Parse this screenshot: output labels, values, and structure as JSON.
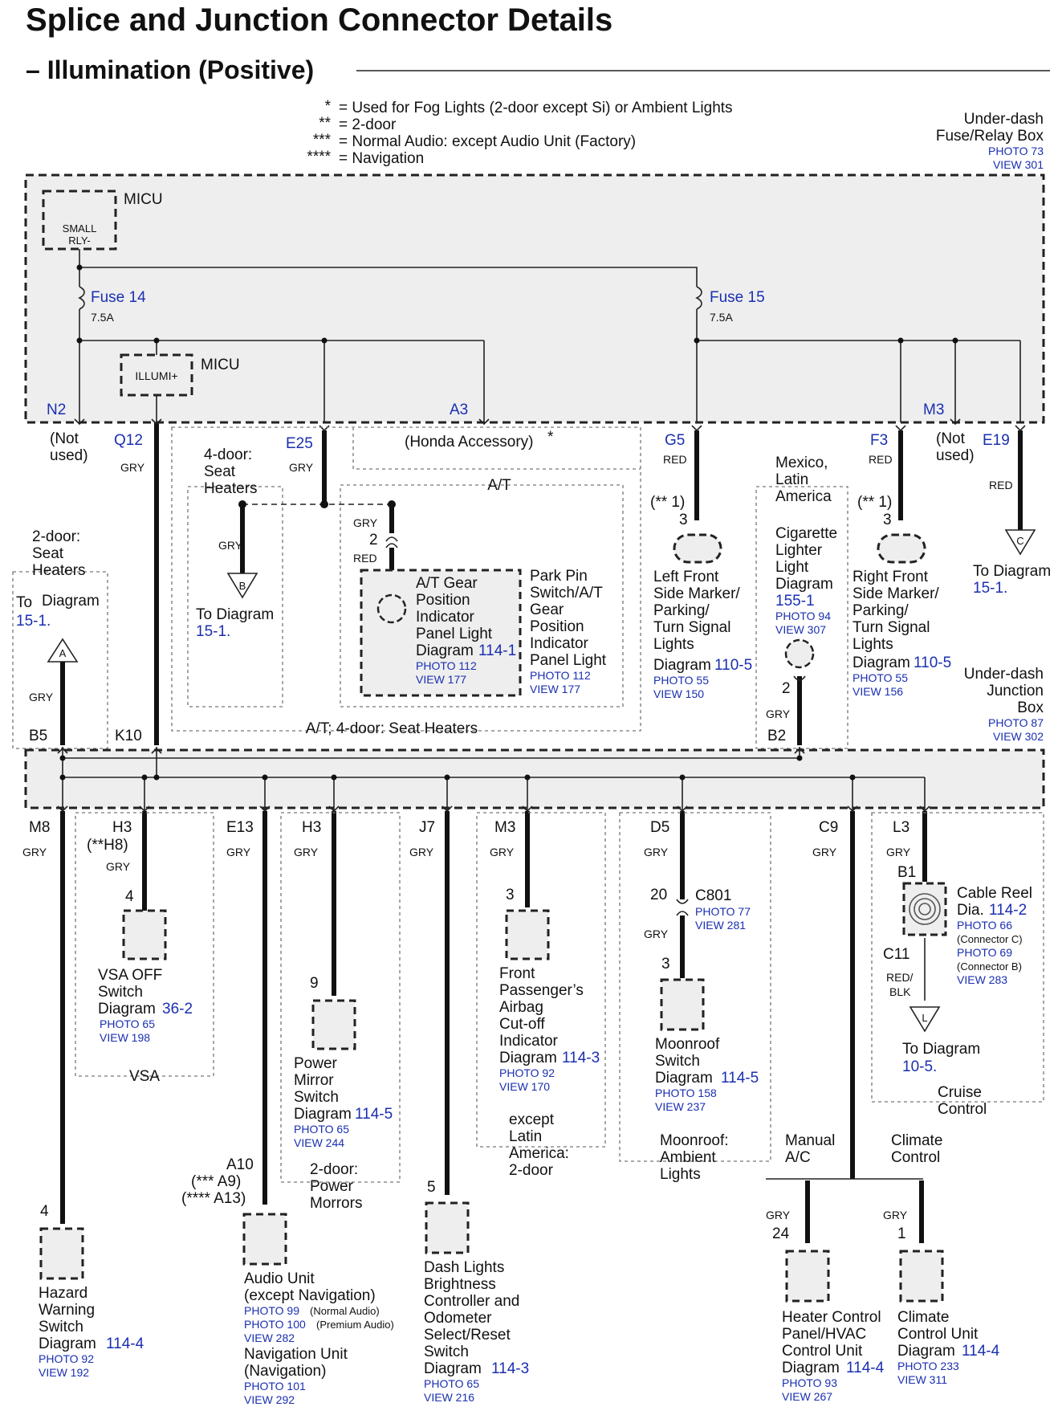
{
  "title": "Splice and Junction Connector Details",
  "subtitle": "– Illumination (Positive)",
  "legend": [
    {
      "mark": "*",
      "text": "= Used for Fog Lights (2-door except Si) or Ambient Lights"
    },
    {
      "mark": "**",
      "text": "= 2-door"
    },
    {
      "mark": "***",
      "text": "= Normal Audio: except Audio Unit (Factory)"
    },
    {
      "mark": "****",
      "text": "= Navigation"
    }
  ],
  "fuse_box": {
    "title1": "Under-dash",
    "title2": "Fuse/Relay Box",
    "photo": "PHOTO 73",
    "view": "VIEW 301"
  },
  "junction_box": {
    "title1": "Under-dash",
    "title2": "Junction",
    "title3": "Box",
    "photo": "PHOTO 87",
    "view": "VIEW 302"
  },
  "micu1": "MICU",
  "small_rly1": "SMALL",
  "small_rly2": "RLY-",
  "micu2": "MICU",
  "illumi": "ILLUMI+",
  "fuse14": {
    "name": "Fuse 14",
    "amp": "7.5A"
  },
  "fuse15": {
    "name": "Fuse 15",
    "amp": "7.5A"
  },
  "top_pins": {
    "n2": "N2",
    "q12": "Q12",
    "e25": "E25",
    "a3": "A3",
    "g5": "G5",
    "f3": "F3",
    "m3": "M3",
    "e19": "E19",
    "not_used1a": "(Not",
    "not_used1b": "used)",
    "not_used2a": "(Not",
    "not_used2b": "used)",
    "honda": "(Honda Accessory)",
    "star": "*"
  },
  "colors": {
    "gry": "GRY",
    "red": "RED",
    "redblk1": "RED/",
    "redblk2": "BLK",
    "wire": "#111111",
    "link": "#1a2fb0",
    "box_fill": "#eeeeee"
  },
  "mid": {
    "b5": "B5",
    "k10": "K10",
    "b2": "B2",
    "seat2_1": "2-door:",
    "seat2_2": "Seat",
    "seat2_3": "Heaters",
    "to_diag": "To",
    "to_diag2": "Diagram",
    "d15_1": "15-1.",
    "to_diagram": "To Diagram",
    "to_diagram_c": "To Diagram",
    "seat4_1": "4-door:",
    "seat4_2": "Seat",
    "seat4_3": "Heaters",
    "at": "A/T",
    "at_seat": "A/T; 4-door: Seat Heaters",
    "pin2": "2",
    "atg1": "A/T Gear",
    "atg2": "Position",
    "atg3": "Indicator",
    "atg4": "Panel Light",
    "atg5": "Diagram",
    "atg_diag": "114-1",
    "atg_photo": "PHOTO 112",
    "atg_view": "VIEW 177",
    "pps1": "Park Pin",
    "pps2": "Switch/A/T",
    "pps3": "Gear",
    "pps4": "Position",
    "pps5": "Indicator",
    "pps6": "Panel Light",
    "pps_photo": "PHOTO 112",
    "pps_view": "VIEW 177",
    "two_door_1": "(** 1)",
    "two_door_2": "(** 1)",
    "pin3a": "3",
    "pin3b": "3",
    "lf1": "Left Front",
    "lf2": "Side Marker/",
    "lf3": "Parking/",
    "lf4": "Turn Signal",
    "lf5": "Lights",
    "lf6": "Diagram",
    "lf_diag": "110-5",
    "lf_photo": "PHOTO 55",
    "lf_view": "VIEW 150",
    "mx1": "Mexico,",
    "mx2": "Latin",
    "mx3": "America",
    "cig1": "Cigarette",
    "cig2": "Lighter",
    "cig3": "Light",
    "cig4": "Diagram",
    "cig_diag": "155-1",
    "cig_photo": "PHOTO 94",
    "cig_view": "VIEW 307",
    "cig_pin": "2",
    "rf1": "Right Front",
    "rf2": "Side Marker/",
    "rf3": "Parking/",
    "rf4": "Turn Signal",
    "rf5": "Lights",
    "rf6": "Diagram",
    "rf_diag": "110-5",
    "rf_photo": "PHOTO 55",
    "rf_view": "VIEW 156",
    "conn_a": "A",
    "conn_b": "B",
    "conn_c": "C",
    "conn_l": "L"
  },
  "bottom": {
    "m8": "M8",
    "h3a": "H3",
    "h8": "(**H8)",
    "e13": "E13",
    "h3b": "H3",
    "j7": "J7",
    "m3": "M3",
    "d5": "D5",
    "c9": "C9",
    "l3": "L3",
    "p4a": "4",
    "p4b": "4",
    "p9": "9",
    "p5": "5",
    "p3a": "3",
    "p20": "20",
    "p3b": "3",
    "p24": "24",
    "p1": "1",
    "a10": "A10",
    "a9": "(*** A9)",
    "a13": "(**** A13)",
    "vsa1": "VSA OFF",
    "vsa2": "Switch",
    "vsa3": "Diagram",
    "vsa_diag": "36-2",
    "vsa_photo": "PHOTO 65",
    "vsa_view": "VIEW 198",
    "vsa_grp": "VSA",
    "pm1": "Power",
    "pm2": "Mirror",
    "pm3": "Switch",
    "pm4": "Diagram",
    "pm_diag": "114-5",
    "pm_photo": "PHOTO 65",
    "pm_view": "VIEW 244",
    "pmg1": "2-door:",
    "pmg2": "Power",
    "pmg3": "Morrors",
    "fp1": "Front",
    "fp2": "Passenger’s",
    "fp3": "Airbag",
    "fp4": "Cut-off",
    "fp5": "Indicator",
    "fp6": "Diagram",
    "fp_diag": "114-3",
    "fp_photo": "PHOTO 92",
    "fp_view": "VIEW 170",
    "ex1": "except",
    "ex2": "Latin",
    "ex3": "America:",
    "ex4": "2-door",
    "c801": "C801",
    "c801_photo": "PHOTO 77",
    "c801_view": "VIEW 281",
    "mr1": "Moonroof",
    "mr2": "Switch",
    "mr3": "Diagram",
    "mr_diag": "114-5",
    "mr_photo": "PHOTO 158",
    "mr_view": "VIEW 237",
    "mra1": "Moonroof:",
    "mra2": "Ambient",
    "mra3": "Lights",
    "b1": "B1",
    "c11": "C11",
    "cr1": "Cable Reel",
    "cr2": "Dia.",
    "cr_diag": "114-2",
    "cr_photo1": "PHOTO 66",
    "cr_c1": "(Connector C)",
    "cr_photo2": "PHOTO 69",
    "cr_c2": "(Connector B)",
    "cr_view": "VIEW 283",
    "to_d10": "To Diagram",
    "d10_5": "10-5.",
    "cc1": "Cruise",
    "cc2": "Control",
    "hz1": "Hazard",
    "hz2": "Warning",
    "hz3": "Switch",
    "hz4": "Diagram",
    "hz_diag": "114-4",
    "hz_photo": "PHOTO 92",
    "hz_view": "VIEW 192",
    "au1": "Audio Unit",
    "au2": "(except Navigation)",
    "au_photo1": "PHOTO 99",
    "au_p1": "(Normal Audio)",
    "au_photo2": "PHOTO 100",
    "au_p2": "(Premium Audio)",
    "au_view": "VIEW 282",
    "nu1": "Navigation Unit",
    "nu2": "(Navigation)",
    "nu_photo": "PHOTO 101",
    "nu_view": "VIEW 292",
    "dl1": "Dash Lights",
    "dl2": "Brightness",
    "dl3": "Controller and",
    "dl4": "Odometer",
    "dl5": "Select/Reset",
    "dl6": "Switch",
    "dl7": "Diagram",
    "dl_diag": "114-3",
    "dl_photo": "PHOTO 65",
    "dl_view": "VIEW 216",
    "mac1": "Manual",
    "mac2": "A/C",
    "clc1": "Climate",
    "clc2": "Control",
    "hc1": "Heater Control",
    "hc2": "Panel/HVAC",
    "hc3": "Control Unit",
    "hc4": "Diagram",
    "hc_diag": "114-4",
    "hc_photo": "PHOTO 93",
    "hc_view": "VIEW 267",
    "cl1": "Climate",
    "cl2": "Control Unit",
    "cl3": "Diagram",
    "cl_diag": "114-4",
    "cl_photo": "PHOTO 233",
    "cl_view": "VIEW 311"
  }
}
